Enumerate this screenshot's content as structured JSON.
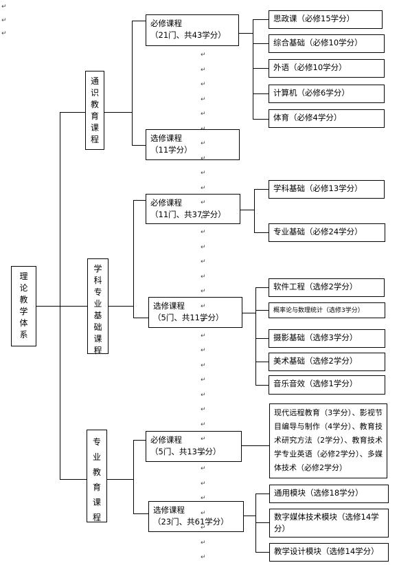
{
  "root": "理论教学体系",
  "categories": {
    "general": "通识教育课程",
    "discipline": "学科专业基础课程",
    "professional": "专业教育课程"
  },
  "groups": {
    "gen_required": [
      "必修课程",
      "（21门、共43学分）"
    ],
    "gen_elective": [
      "选修课程",
      "（11学分）"
    ],
    "dis_required": [
      "必修课程",
      "（11门、共37学分）"
    ],
    "dis_elective": [
      "选修课程",
      "（5门、共11学分）"
    ],
    "pro_required": [
      "必修课程",
      "（5门、共13学分）"
    ],
    "pro_elective": [
      "选修课程",
      "（23门、共61学分）"
    ]
  },
  "leaves": {
    "gen": [
      "思政课（必修15学分）",
      "综合基础（必修10学分）",
      "外语（必修10学分）",
      "计算机（必修6学分）",
      "体育（必修4学分）"
    ],
    "dis_req": [
      "学科基础（必修13学分）",
      "专业基础（必修24学分）"
    ],
    "dis_elec": [
      "软件工程（选修2学分）",
      "概率论与数理统计（选修3学分）",
      "摄影基础（选修3学分）",
      "美术基础（选修2学分）",
      "音乐音效（选修1学分）"
    ],
    "pro_req": "现代远程教育（3学分）、影视节目编导与制作（4学分）、教育技术研究方法（2学分）、教育技术学专业英语（必修2学分）、多媒体技术（必修2学分）",
    "pro_elec": [
      "通用模块（选修18学分）",
      "数字媒体技术模块（选修14学分）",
      "教学设计模块（选修14学分）"
    ]
  }
}
